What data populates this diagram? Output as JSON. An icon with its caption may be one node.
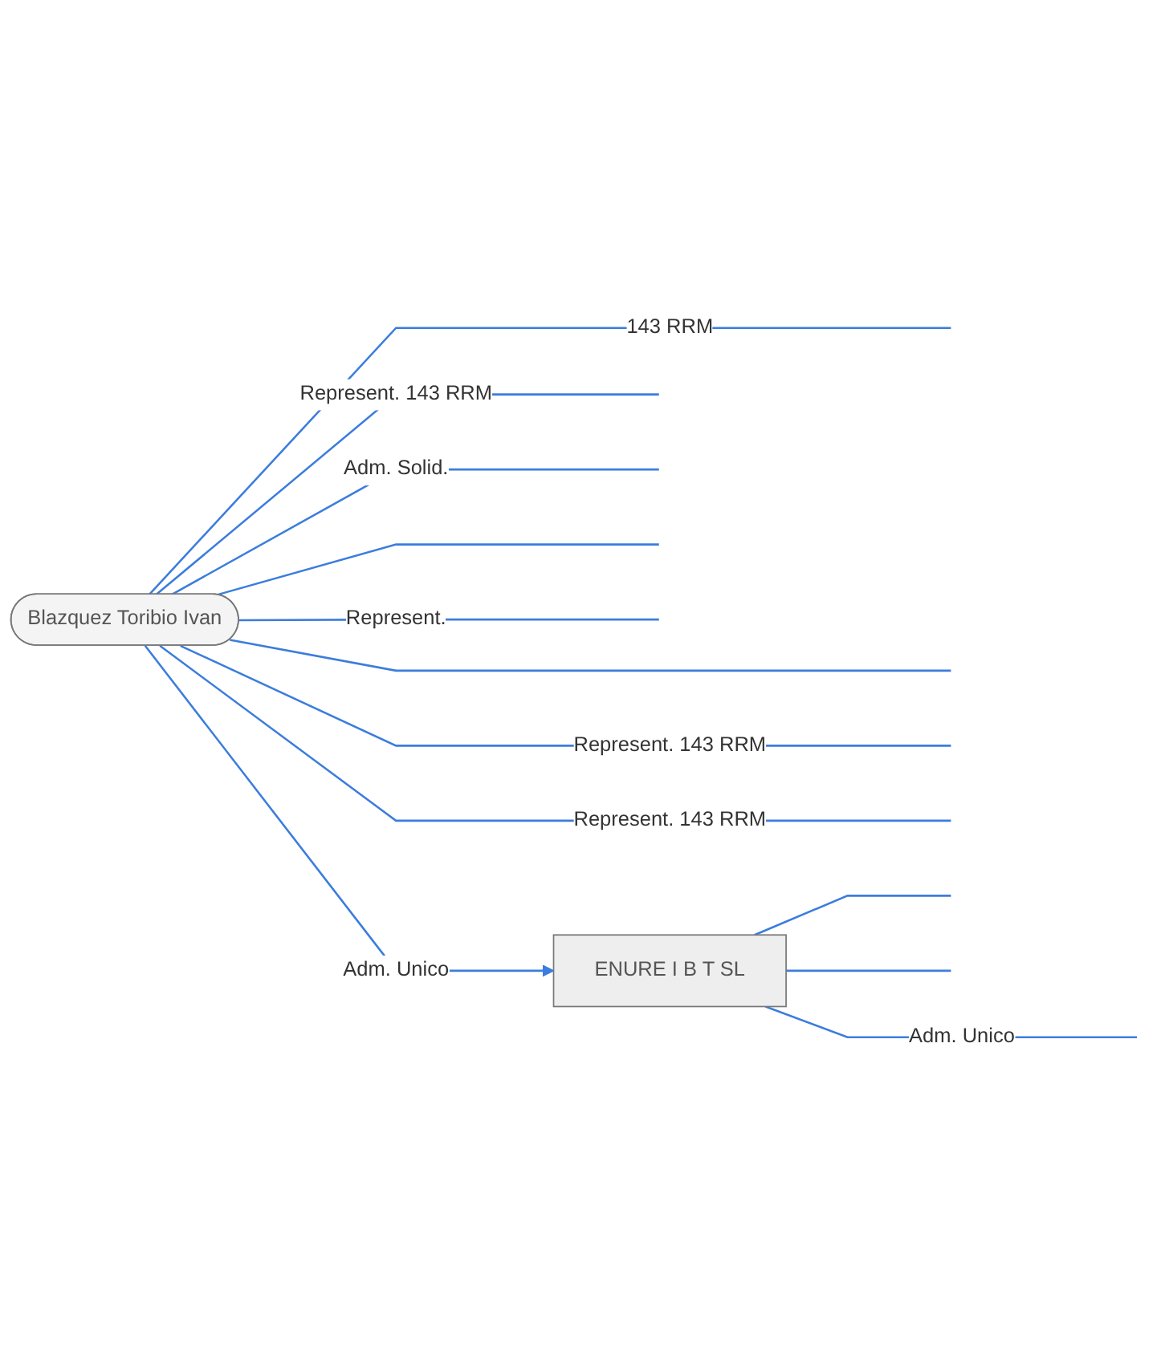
{
  "diagram": {
    "nodes": [
      {
        "text": [
          "Blazquez Toribio Ivan"
        ]
      },
      {
        "text": [
          "ENURE I B T SL"
        ]
      }
    ],
    "edges": [
      {
        "from": 0,
        "to": 1,
        "label": "Adm. Unico",
        "arrow": "to"
      },
      {
        "from": 0,
        "to": null,
        "label": "Represent. 143 RRM",
        "arrow": "none"
      },
      {
        "from": 0,
        "to": null,
        "label": "143 RRM",
        "arrow": "none"
      },
      {
        "from": 0,
        "to": null,
        "label": "Adm. Solid.",
        "arrow": "none"
      },
      {
        "from": 0,
        "to": null,
        "arrow": "none"
      },
      {
        "from": 0,
        "to": null,
        "arrow": "none"
      },
      {
        "from": 0,
        "to": null,
        "label": "Represent. 143 RRM",
        "arrow": "none"
      },
      {
        "from": 0,
        "to": null,
        "label": "Represent.",
        "arrow": "none"
      },
      {
        "from": 0,
        "to": null,
        "label": "Represent. 143 RRM",
        "arrow": "none"
      },
      {
        "from": 1,
        "to": null,
        "arrow": "none"
      },
      {
        "from": 1,
        "to": null,
        "label": "Adm. Unico",
        "arrow": "none"
      },
      {
        "from": 1,
        "to": null,
        "arrow": "none"
      }
    ]
  }
}
